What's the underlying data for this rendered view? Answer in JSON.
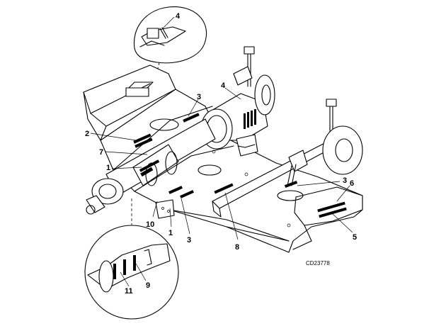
{
  "callouts": {
    "c4_top": "4",
    "c3_top": "3",
    "c4_mid": "4",
    "c2": "2",
    "c7": "7",
    "c1_left": "1",
    "c3_right": "3",
    "c6": "6",
    "c5": "5",
    "c10": "10",
    "c1_bottom": "1",
    "c3_bottom": "3",
    "c8": "8",
    "c11": "11",
    "c9": "9"
  },
  "figure_code": "CD23778",
  "colors": {
    "ink": "#000000",
    "paper": "#ffffff"
  }
}
